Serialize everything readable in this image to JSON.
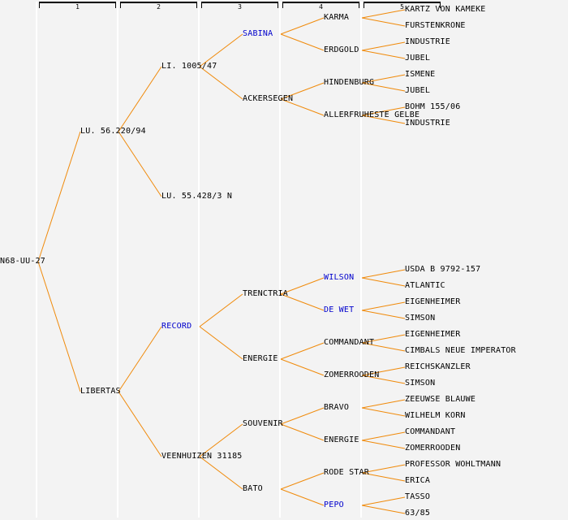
{
  "colors": {
    "link": "#f08a0a",
    "text": "#000000",
    "highlight": "#0000cc",
    "background": "#f3f3f3",
    "separator": "#ffffff"
  },
  "generations": [
    "1",
    "2",
    "3",
    "4",
    "5"
  ],
  "pedigree": {
    "name": "N68-UU-27",
    "highlight": false,
    "parents": [
      {
        "name": "LU. 56.220/94",
        "highlight": false,
        "parents": [
          {
            "name": "LI. 1005/47",
            "highlight": false,
            "parents": [
              {
                "name": "SABINA",
                "highlight": true,
                "parents": [
                  {
                    "name": "KARMA",
                    "highlight": false,
                    "parents": [
                      {
                        "name": "KARTZ VON KAMEKE",
                        "highlight": false
                      },
                      {
                        "name": "FURSTENKRONE",
                        "highlight": false
                      }
                    ]
                  },
                  {
                    "name": "ERDGOLD",
                    "highlight": false,
                    "parents": [
                      {
                        "name": "INDUSTRIE",
                        "highlight": false
                      },
                      {
                        "name": "JUBEL",
                        "highlight": false
                      }
                    ]
                  }
                ]
              },
              {
                "name": "ACKERSEGEN",
                "highlight": false,
                "parents": [
                  {
                    "name": "HINDENBURG",
                    "highlight": false,
                    "parents": [
                      {
                        "name": "ISMENE",
                        "highlight": false
                      },
                      {
                        "name": "JUBEL",
                        "highlight": false
                      }
                    ]
                  },
                  {
                    "name": "ALLERFRUHESTE GELBE",
                    "highlight": false,
                    "parents": [
                      {
                        "name": "BOHM 155/06",
                        "highlight": false
                      },
                      {
                        "name": "INDUSTRIE",
                        "highlight": false
                      }
                    ]
                  }
                ]
              }
            ]
          },
          {
            "name": "LU. 55.428/3 N",
            "highlight": false
          }
        ]
      },
      {
        "name": "LIBERTAS",
        "highlight": false,
        "parents": [
          {
            "name": "RECORD",
            "highlight": true,
            "parents": [
              {
                "name": "TRENCTRIA",
                "highlight": false,
                "parents": [
                  {
                    "name": "WILSON",
                    "highlight": true,
                    "parents": [
                      {
                        "name": "USDA B 9792-157",
                        "highlight": false
                      },
                      {
                        "name": "ATLANTIC",
                        "highlight": false
                      }
                    ]
                  },
                  {
                    "name": "DE WET",
                    "highlight": true,
                    "parents": [
                      {
                        "name": "EIGENHEIMER",
                        "highlight": false
                      },
                      {
                        "name": "SIMSON",
                        "highlight": false
                      }
                    ]
                  }
                ]
              },
              {
                "name": "ENERGIE",
                "highlight": false,
                "parents": [
                  {
                    "name": "COMMANDANT",
                    "highlight": false,
                    "parents": [
                      {
                        "name": "EIGENHEIMER",
                        "highlight": false
                      },
                      {
                        "name": "CIMBALS NEUE IMPERATOR",
                        "highlight": false
                      }
                    ]
                  },
                  {
                    "name": "ZOMERROODEN",
                    "highlight": false,
                    "parents": [
                      {
                        "name": "REICHSKANZLER",
                        "highlight": false
                      },
                      {
                        "name": "SIMSON",
                        "highlight": false
                      }
                    ]
                  }
                ]
              }
            ]
          },
          {
            "name": "VEENHUIZEN 31185",
            "highlight": false,
            "parents": [
              {
                "name": "SOUVENIR",
                "highlight": false,
                "parents": [
                  {
                    "name": "BRAVO",
                    "highlight": false,
                    "parents": [
                      {
                        "name": "ZEEUWSE BLAUWE",
                        "highlight": false
                      },
                      {
                        "name": "WILHELM KORN",
                        "highlight": false
                      }
                    ]
                  },
                  {
                    "name": "ENERGIE",
                    "highlight": false,
                    "parents": [
                      {
                        "name": "COMMANDANT",
                        "highlight": false
                      },
                      {
                        "name": "ZOMERROODEN",
                        "highlight": false
                      }
                    ]
                  }
                ]
              },
              {
                "name": "BATO",
                "highlight": false,
                "parents": [
                  {
                    "name": "RODE STAR",
                    "highlight": false,
                    "parents": [
                      {
                        "name": "PROFESSOR WOHLTMANN",
                        "highlight": false
                      },
                      {
                        "name": "ERICA",
                        "highlight": false
                      }
                    ]
                  },
                  {
                    "name": "PEPO",
                    "highlight": true,
                    "parents": [
                      {
                        "name": "TASSO",
                        "highlight": false
                      },
                      {
                        "name": "63/85",
                        "highlight": false
                      }
                    ]
                  }
                ]
              }
            ]
          }
        ]
      }
    ]
  }
}
